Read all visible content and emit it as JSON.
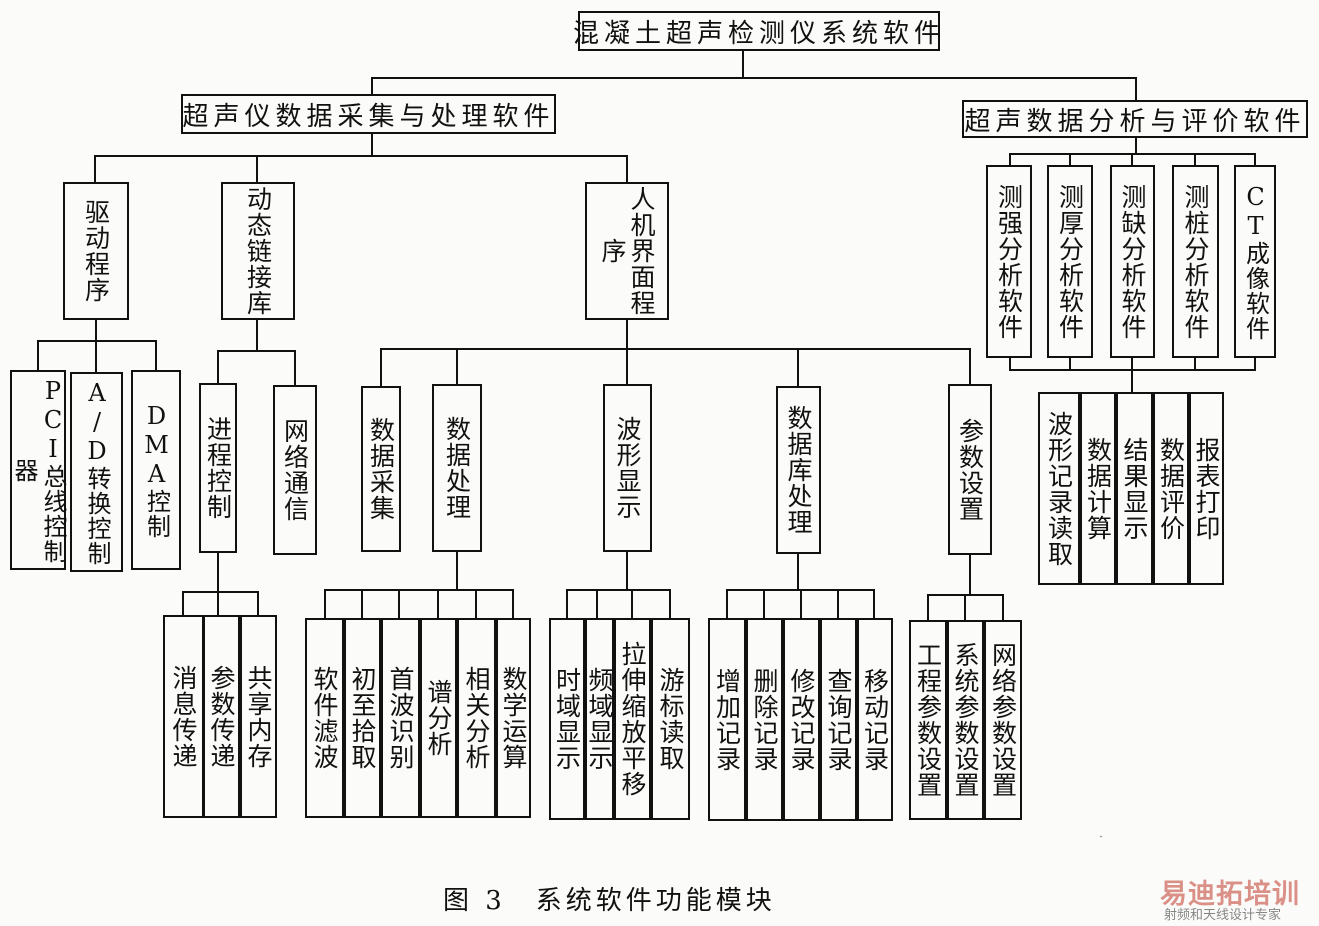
{
  "root": "混凝土超声检测仪系统软件",
  "group_left": "超声仪数据采集与处理软件",
  "group_right": "超声数据分析与评价软件",
  "left_l2": {
    "driver": "驱动程序",
    "dll": "动态链接库",
    "hmi": "人机界面程序"
  },
  "driver_children": [
    "PCI总线控制器",
    "A/D转换控制",
    "DMA控制"
  ],
  "dll_children": [
    "进程控制",
    "网络通信"
  ],
  "process_children": [
    "消息传递",
    "参数传递",
    "共享内存"
  ],
  "hmi_children": [
    "数据采集",
    "数据处理",
    "波形显示",
    "数据库处理",
    "参数设置"
  ],
  "dataproc_children": [
    "软件滤波",
    "初至拾取",
    "首波识别",
    "谱分析",
    "相关分析",
    "数学运算"
  ],
  "wave_children": [
    "时域显示",
    "频域显示",
    "拉伸缩放平移",
    "游标读取"
  ],
  "db_children": [
    "增加记录",
    "删除记录",
    "修改记录",
    "查询记录",
    "移动记录"
  ],
  "param_children": [
    "工程参数设置",
    "系统参数设置",
    "网络参数设置"
  ],
  "analysis_children": [
    "测强分析软件",
    "测厚分析软件",
    "测缺分析软件",
    "测桩分析软件",
    "CT成像软件"
  ],
  "common_children": [
    "波形记录读取",
    "数据计算",
    "结果显示",
    "数据评价",
    "报表打印"
  ],
  "caption": "图 3　系统软件功能模块",
  "watermark": {
    "brand": "易迪拓培训",
    "sub": "射频和天线设计专家"
  }
}
